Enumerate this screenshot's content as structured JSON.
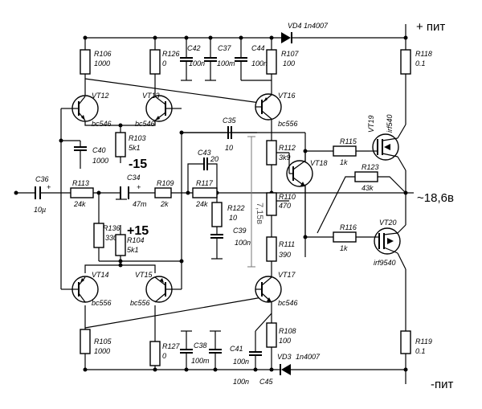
{
  "supply": {
    "plus": "+ пит",
    "minus": "-пит"
  },
  "output_label": "~18,6в",
  "bias": {
    "minus15": "-15",
    "plus15": "+15"
  },
  "dimension": "7,15в",
  "resistors": [
    {
      "ref": "R106",
      "val": "1000"
    },
    {
      "ref": "R126",
      "val": "0"
    },
    {
      "ref": "R107",
      "val": "100"
    },
    {
      "ref": "R118",
      "val": "0.1"
    },
    {
      "ref": "R103",
      "val": "5k1"
    },
    {
      "ref": "R113",
      "val": "24k"
    },
    {
      "ref": "R109",
      "val": "2k"
    },
    {
      "ref": "R117",
      "val": "24k"
    },
    {
      "ref": "R122",
      "val": "10"
    },
    {
      "ref": "R112",
      "val": "3k9"
    },
    {
      "ref": "R110",
      "val": "470"
    },
    {
      "ref": "R111",
      "val": "390"
    },
    {
      "ref": "R115",
      "val": "1k"
    },
    {
      "ref": "R123",
      "val": "43k"
    },
    {
      "ref": "R116",
      "val": "1k"
    },
    {
      "ref": "R136",
      "val": "330"
    },
    {
      "ref": "R104",
      "val": "5k1"
    },
    {
      "ref": "R105",
      "val": "1000"
    },
    {
      "ref": "R127",
      "val": "0"
    },
    {
      "ref": "R108",
      "val": "100"
    },
    {
      "ref": "R119",
      "val": "0.1"
    }
  ],
  "capacitors": [
    {
      "ref": "C42",
      "val": "100n"
    },
    {
      "ref": "C37",
      "val": "100m"
    },
    {
      "ref": "C44",
      "val": "100n"
    },
    {
      "ref": "C40",
      "val": "1000"
    },
    {
      "ref": "C35",
      "val": "10"
    },
    {
      "ref": "C43",
      "val": "20"
    },
    {
      "ref": "C36",
      "val": "10µ"
    },
    {
      "ref": "C34",
      "val": "47m"
    },
    {
      "ref": "C39",
      "val": "100n"
    },
    {
      "ref": "C38",
      "val": "100m"
    },
    {
      "ref": "C41",
      "val": "100n"
    },
    {
      "ref": "C45",
      "val": "100n"
    }
  ],
  "transistors": [
    {
      "ref": "VT12",
      "type": "bc546"
    },
    {
      "ref": "VT13",
      "type": "bc546"
    },
    {
      "ref": "VT16",
      "type": "bc556"
    },
    {
      "ref": "VT18",
      "type": ""
    },
    {
      "ref": "VT19",
      "type": "irf540"
    },
    {
      "ref": "VT14",
      "type": "bc556"
    },
    {
      "ref": "VT15",
      "type": "bc556"
    },
    {
      "ref": "VT17",
      "type": "bc546"
    },
    {
      "ref": "VT20",
      "type": "irf9540"
    }
  ],
  "diodes": [
    {
      "ref": "VD4",
      "type": "1n4007"
    },
    {
      "ref": "VD3",
      "type": "1n4007"
    }
  ]
}
